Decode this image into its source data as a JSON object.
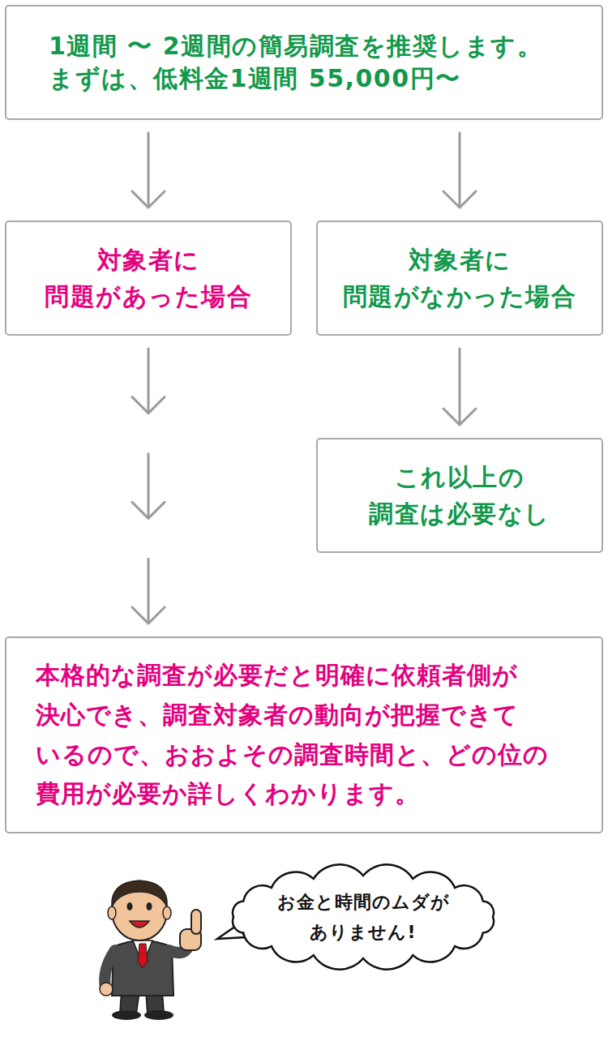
{
  "diagram": {
    "nodes": [
      {
        "text": [
          "1週間 〜 2週間の簡易調査を推奨します。 まずは、低料金1週間 55,000円〜"
        ]
      },
      {
        "text": [
          "対象者に 問題があった場合"
        ]
      },
      {
        "text": [
          "対象者に 問題がなかった場合"
        ]
      },
      {
        "text": [
          "これ以上の 調査は必要なし"
        ]
      },
      {
        "text": [
          "本格的な調査が必要だと明確に依頼者側が 決心でき、調査対象者の動向が把握できて いるので、おおよその調査時間と、どの位の 費用が必要か詳しくわかります。"
        ]
      },
      {
        "text": [
          "お金と時間のムダが ありません!"
        ]
      }
    ],
    "edges": [
      {
        "from": 0,
        "to": 1,
        "arrow": "to"
      },
      {
        "from": 0,
        "to": 2,
        "arrow": "to"
      },
      {
        "from": 2,
        "to": 3,
        "arrow": "to"
      },
      {
        "from": 1,
        "to": 4,
        "arrow": "to"
      }
    ]
  }
}
